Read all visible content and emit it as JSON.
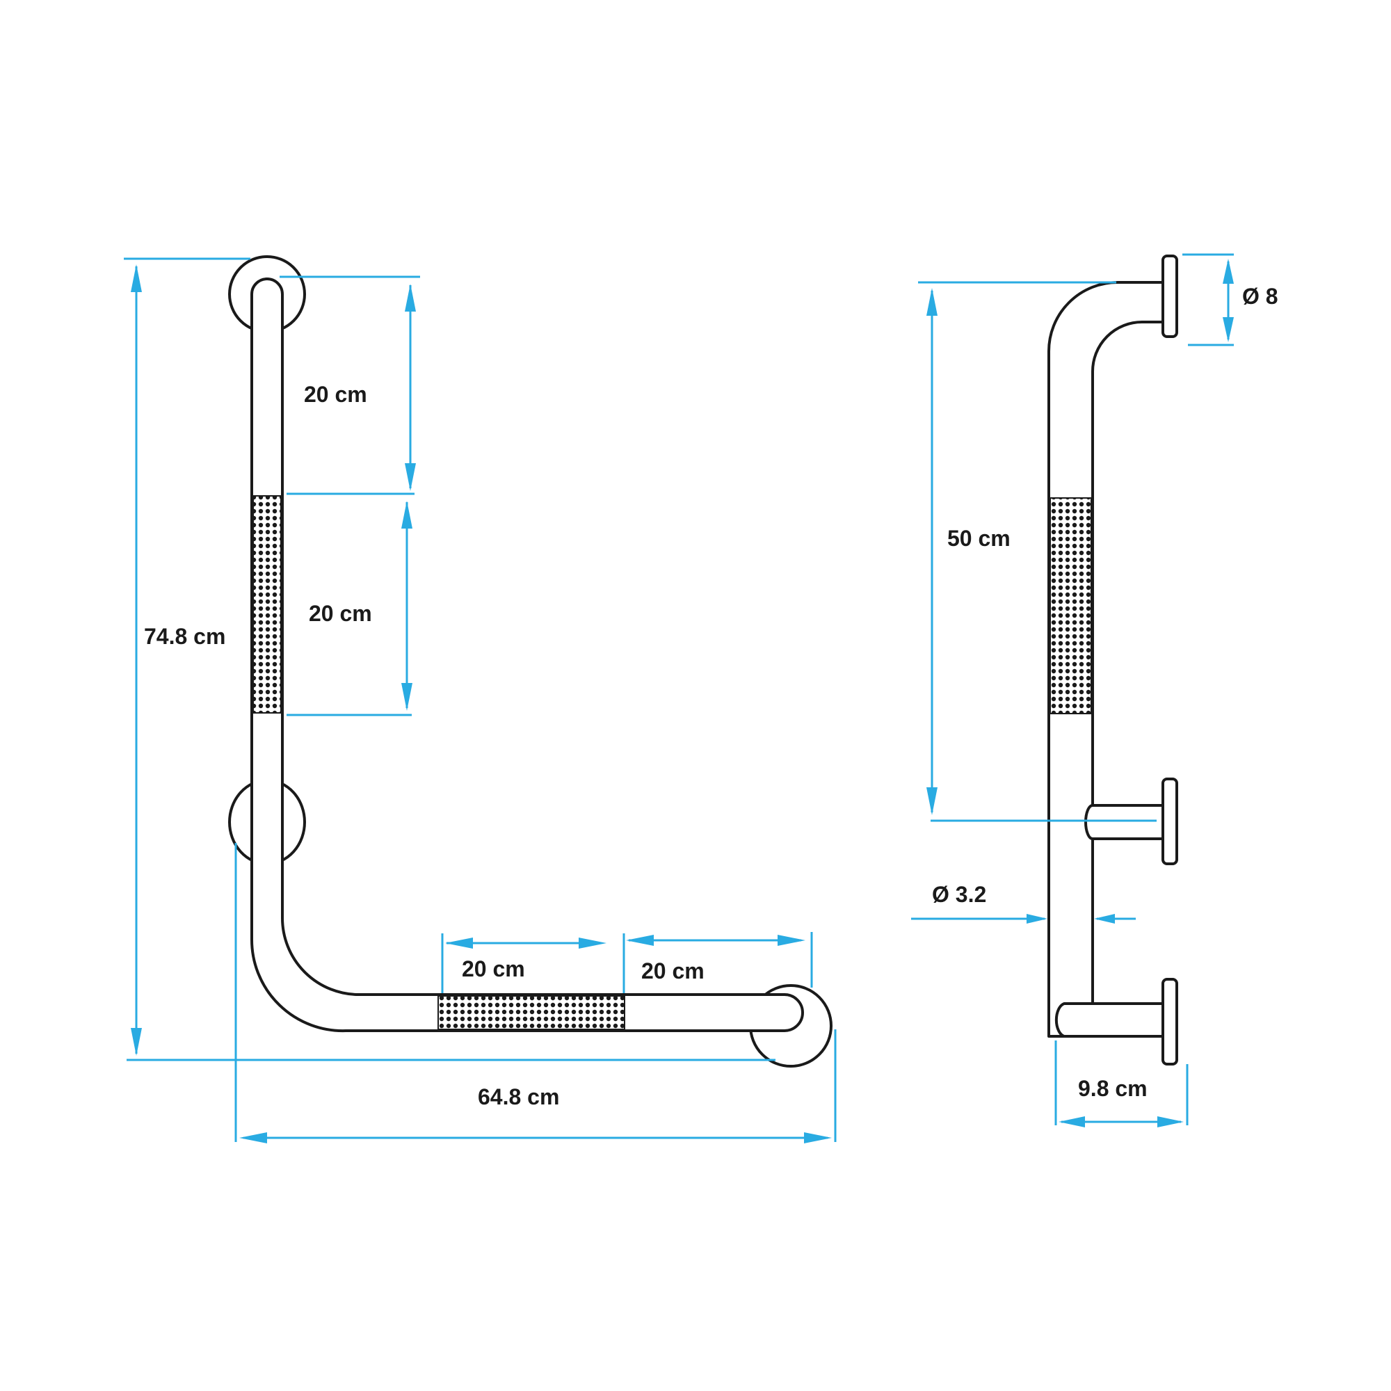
{
  "diagram": {
    "colors": {
      "dimension_line": "#29abe2",
      "outline": "#1a1a1a",
      "background": "#ffffff"
    },
    "front_view": {
      "total_height": "74.8 cm",
      "upper_plain_section": "20 cm",
      "vertical_grip_section": "20 cm",
      "horizontal_grip_section": "20 cm",
      "horizontal_end_section": "20 cm",
      "total_width": "64.8 cm"
    },
    "side_view": {
      "flange_diameter": "Ø 8",
      "center_distance": "50 cm",
      "tube_diameter": "Ø 3.2",
      "wall_projection": "9.8 cm"
    }
  }
}
